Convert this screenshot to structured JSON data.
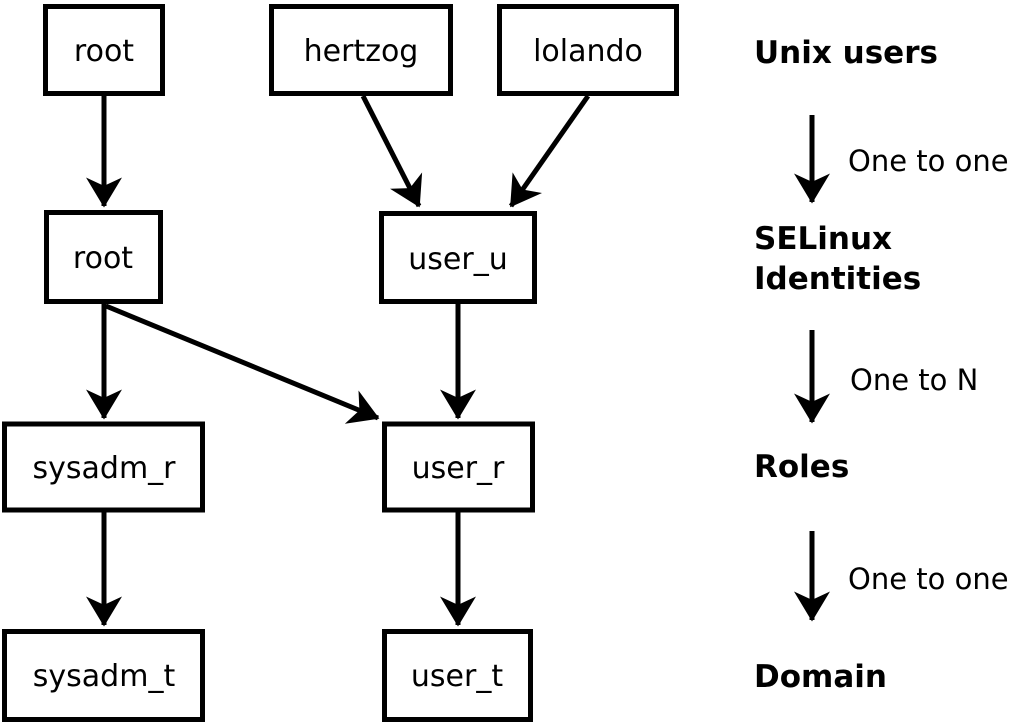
{
  "colors": {
    "stroke": "#000000",
    "background": "#ffffff"
  },
  "nodes": {
    "root_unix": "root",
    "hertzog": "hertzog",
    "lolando": "lolando",
    "root_selinux": "root",
    "user_u": "user_u",
    "sysadm_r": "sysadm_r",
    "user_r": "user_r",
    "sysadm_t": "sysadm_t",
    "user_t": "user_t"
  },
  "edges": [
    {
      "from": "root_unix",
      "to": "root_selinux"
    },
    {
      "from": "hertzog",
      "to": "user_u"
    },
    {
      "from": "lolando",
      "to": "user_u"
    },
    {
      "from": "root_selinux",
      "to": "sysadm_r"
    },
    {
      "from": "root_selinux",
      "to": "user_r"
    },
    {
      "from": "user_u",
      "to": "user_r"
    },
    {
      "from": "sysadm_r",
      "to": "sysadm_t"
    },
    {
      "from": "user_r",
      "to": "user_t"
    }
  ],
  "legend": {
    "unix_users": "Unix users",
    "mapping1": "One to one",
    "selinux_line1": "SELinux",
    "selinux_line2": "Identities",
    "mapping2": "One to N",
    "roles": "Roles",
    "mapping3": "One to one",
    "domain": "Domain"
  }
}
